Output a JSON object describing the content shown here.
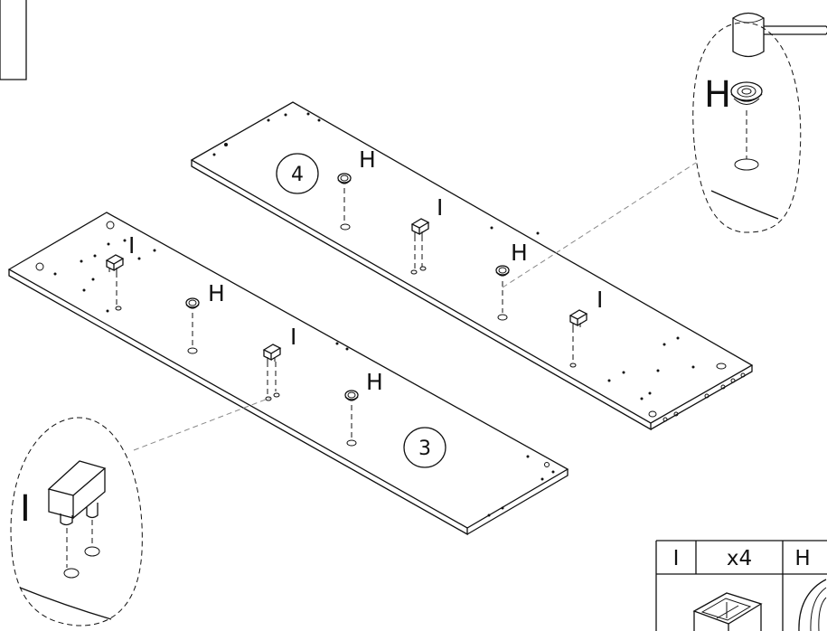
{
  "colors": {
    "line": "#111111",
    "background": "#ffffff",
    "guide": "#888888"
  },
  "steps": {
    "panel_back": "4",
    "panel_front": "3"
  },
  "labels": {
    "cam_lock": "H",
    "connector": "I"
  },
  "parts_table": {
    "headers": [
      "I",
      "x4",
      "H"
    ]
  },
  "icons": {
    "hammer": "hammer-icon",
    "cam_lock": "cam-lock-icon",
    "connector": "connector-block-icon"
  }
}
